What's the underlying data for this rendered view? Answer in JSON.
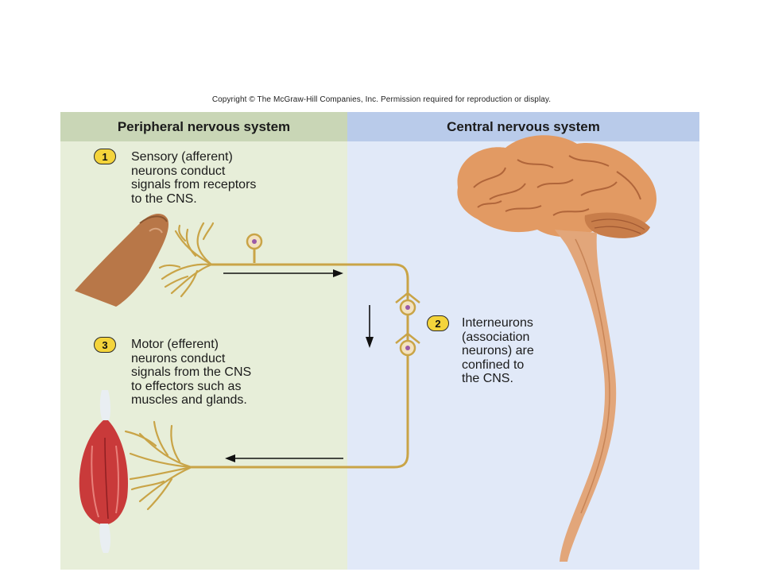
{
  "copyright": "Copyright © The McGraw-Hill Companies, Inc. Permission required for reproduction or display.",
  "headers": {
    "left": "Peripheral nervous system",
    "right": "Central nervous system"
  },
  "steps": [
    {
      "number": "1",
      "text": "Sensory (afferent)\nneurons conduct\nsignals from receptors\nto the CNS."
    },
    {
      "number": "2",
      "text": "Interneurons\n(association\nneurons) are\nconfined to\nthe CNS."
    },
    {
      "number": "3",
      "text": "Motor (efferent)\nneurons conduct\nsignals from the CNS\nto effectors such as\nmuscles and glands."
    }
  ],
  "colors": {
    "pns_bg": "#e7eed9",
    "cns_bg": "#e1e9f8",
    "nerve": "#c9a447",
    "badge": "#f4d43b",
    "brain": "#e29a63",
    "muscle": "#c93a3a"
  }
}
